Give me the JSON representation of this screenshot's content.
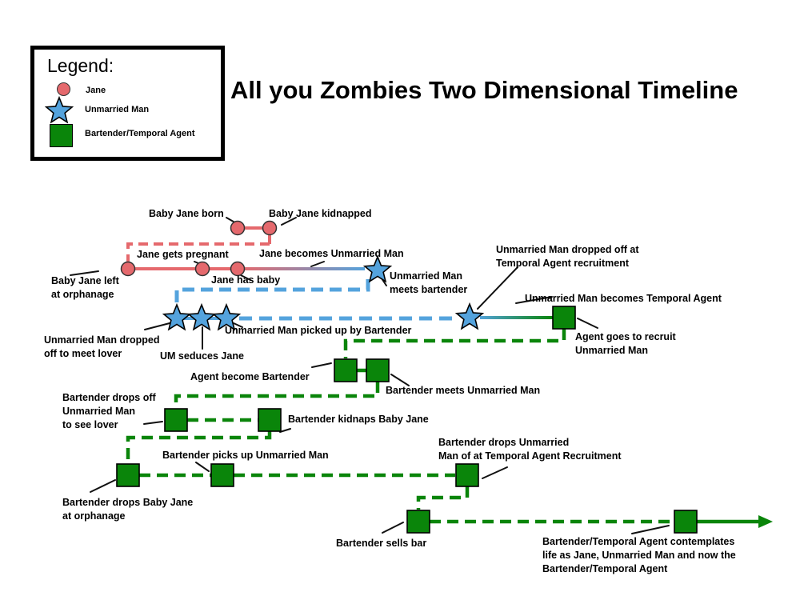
{
  "title": "All you Zombies Two Dimensional Timeline",
  "legend": {
    "title": "Legend:",
    "items": [
      {
        "label": "Jane",
        "marker": "jane-circle-icon",
        "color": "#e5696d"
      },
      {
        "label": "Unmarried Man",
        "marker": "unmarried-man-star-icon",
        "color": "#54a3dd"
      },
      {
        "label": "Bartender/Temporal Agent",
        "marker": "bartender-square-icon",
        "color": "#0a850a"
      }
    ]
  },
  "colors": {
    "jane_red": "#e5696d",
    "unmarried_man_blue": "#54a3dd",
    "agent_green": "#0a850a",
    "text": "#000000"
  },
  "labels": {
    "baby_jane_born": "Baby Jane born",
    "baby_jane_kidnapped": "Baby Jane kidnapped",
    "jane_gets_pregnant": "Jane gets pregnant",
    "jane_becomes_unmarried_man": "Jane becomes Unmarried Man",
    "baby_jane_left": "Baby Jane left\nat orphanage",
    "jane_has_baby": "Jane has baby",
    "um_meets_bartender": "Unmarried Man\nmeets bartender",
    "um_dropped_recruitment": "Unmarried Man dropped off at\nTemporal Agent recruitment",
    "um_becomes_temporal_agent": "Unmarried Man becomes Temporal Agent",
    "um_dropped_lover": "Unmarried Man dropped\noff to meet lover",
    "um_seduces_jane": "UM seduces Jane",
    "um_picked_up": "Unmarried Man picked up by Bartender",
    "agent_goes_recruit": "Agent goes to recruit\nUnmarried Man",
    "agent_become_bartender": "Agent become Bartender",
    "bartender_meets_um": "Bartender meets Unmarried Man",
    "bartender_drops_off_lover": "Bartender drops off\nUnmarried Man\nto see lover",
    "bartender_kidnaps_baby_jane": "Bartender kidnaps Baby Jane",
    "bartender_picks_up_um": "Bartender picks up Unmarried Man",
    "bartender_drops_um_recruitment": "Bartender drops Unmarried\nMan of at Temporal Agent Recruitment",
    "bartender_drops_baby_jane": "Bartender drops Baby Jane\nat orphanage",
    "bartender_sells_bar": "Bartender sells bar",
    "agent_contemplates": "Bartender/Temporal Agent contemplates\nlife as Jane, Unmarried Man and now the\nBartender/Temporal Agent"
  },
  "timeline_nodes": [
    {
      "shape": "circle",
      "character": "Jane",
      "event": "Baby Jane born"
    },
    {
      "shape": "circle",
      "character": "Jane",
      "event": "Baby Jane kidnapped"
    },
    {
      "shape": "circle",
      "character": "Jane",
      "event": "Baby Jane left at orphanage"
    },
    {
      "shape": "circle",
      "character": "Jane",
      "event": "Jane gets pregnant"
    },
    {
      "shape": "circle",
      "character": "Jane",
      "event": "Jane has baby"
    },
    {
      "shape": "star",
      "character": "Unmarried Man",
      "event": "Jane becomes Unmarried Man / Unmarried Man meets bartender"
    },
    {
      "shape": "star",
      "character": "Unmarried Man",
      "event": "Unmarried Man dropped off to meet lover"
    },
    {
      "shape": "star",
      "character": "Unmarried Man",
      "event": "UM seduces Jane"
    },
    {
      "shape": "star",
      "character": "Unmarried Man",
      "event": "Unmarried Man picked up by Bartender"
    },
    {
      "shape": "star",
      "character": "Unmarried Man",
      "event": "Unmarried Man dropped off at Temporal Agent recruitment"
    },
    {
      "shape": "square",
      "character": "Bartender/Temporal Agent",
      "event": "Unmarried Man becomes Temporal Agent / Agent goes to recruit Unmarried Man"
    },
    {
      "shape": "square",
      "character": "Bartender/Temporal Agent",
      "event": "Agent become Bartender"
    },
    {
      "shape": "square",
      "character": "Bartender/Temporal Agent",
      "event": "Bartender meets Unmarried Man"
    },
    {
      "shape": "square",
      "character": "Bartender/Temporal Agent",
      "event": "Bartender drops off Unmarried Man to see lover"
    },
    {
      "shape": "square",
      "character": "Bartender/Temporal Agent",
      "event": "Bartender kidnaps Baby Jane"
    },
    {
      "shape": "square",
      "character": "Bartender/Temporal Agent",
      "event": "Bartender drops Baby Jane at orphanage"
    },
    {
      "shape": "square",
      "character": "Bartender/Temporal Agent",
      "event": "Bartender picks up Unmarried Man"
    },
    {
      "shape": "square",
      "character": "Bartender/Temporal Agent",
      "event": "Bartender drops Unmarried Man of at Temporal Agent Recruitment"
    },
    {
      "shape": "square",
      "character": "Bartender/Temporal Agent",
      "event": "Bartender sells bar"
    },
    {
      "shape": "square",
      "character": "Bartender/Temporal Agent",
      "event": "Bartender/Temporal Agent contemplates life as Jane, Unmarried Man and now the Bartender/Temporal Agent"
    }
  ]
}
